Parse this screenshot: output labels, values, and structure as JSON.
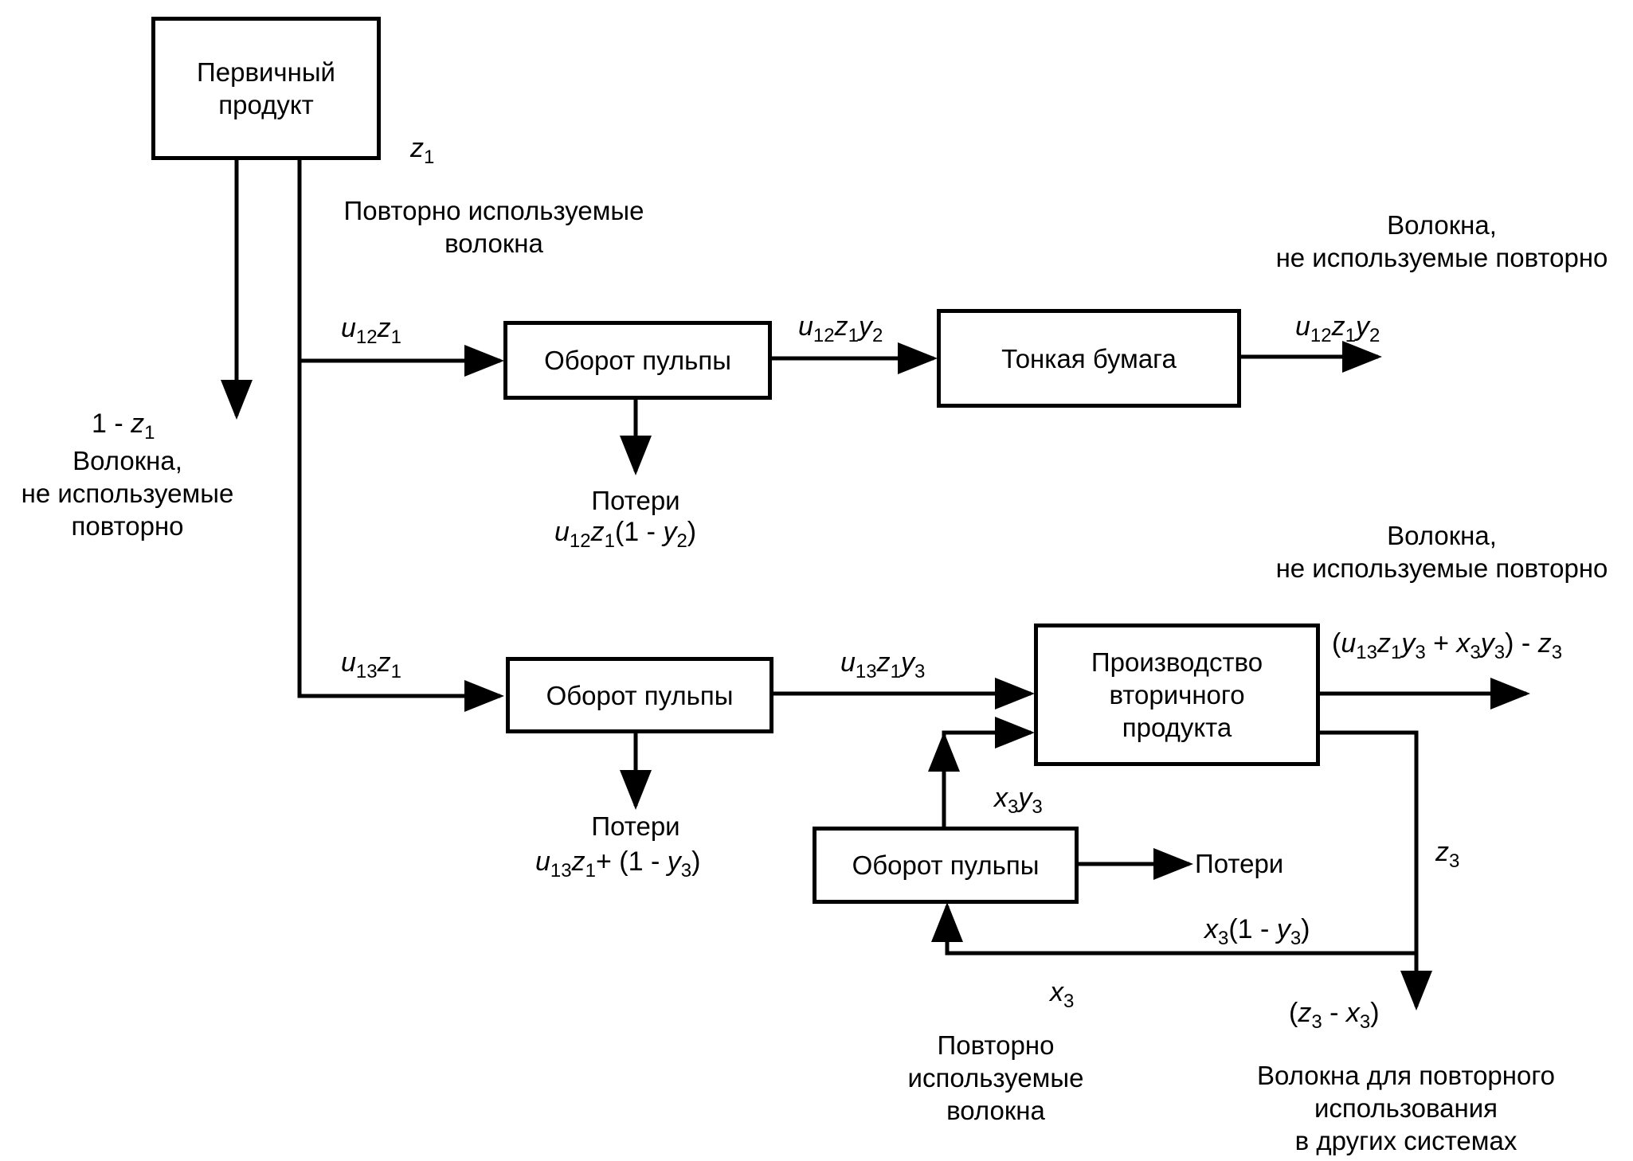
{
  "diagram": {
    "boxes": {
      "primary_product": [
        "Первичный",
        "продукт"
      ],
      "pulp_turnover_1": "Оборот пульпы",
      "tissue_paper": "Тонкая бумага",
      "pulp_turnover_2": "Оборот пульпы",
      "secondary_production": [
        "Производство",
        "вторичного",
        "продукта"
      ],
      "pulp_turnover_3": "Оборот пульпы"
    },
    "labels": {
      "recycled_fibers_top": [
        "Повторно используемые",
        "волокна"
      ],
      "non_reused_left": [
        "Волокна,",
        "не используемые",
        "повторно"
      ],
      "non_reused_top_right": [
        "Волокна,",
        "не используемые повторно"
      ],
      "non_reused_mid_right": [
        "Волокна,",
        "не используемые повторно"
      ],
      "losses_1": "Потери",
      "losses_2": "Потери",
      "losses_3": "Потери",
      "recycled_fibers_bottom": [
        "Повторно",
        "используемые",
        "волокна"
      ],
      "fibers_other_systems": [
        "Волокна для повторного",
        "использования",
        "в других системах"
      ]
    },
    "formulas": {
      "z1": {
        "v": "z",
        "s": "1"
      },
      "one_minus_z1": {
        "pre": "1 - ",
        "v": "z",
        "s": "1"
      },
      "u12z1": [
        {
          "v": "u",
          "s": "12"
        },
        {
          "v": "z",
          "s": "1"
        }
      ],
      "u12z1y2_mid": [
        {
          "v": "u",
          "s": "12"
        },
        {
          "v": "z",
          "s": "1"
        },
        {
          "v": "y",
          "s": "2"
        }
      ],
      "u12z1y2_out": [
        {
          "v": "u",
          "s": "12"
        },
        {
          "v": "z",
          "s": "1"
        },
        {
          "v": "y",
          "s": "2"
        }
      ],
      "loss1": [
        {
          "v": "u",
          "s": "12"
        },
        {
          "v": "z",
          "s": "1"
        },
        {
          "t": "(1 - "
        },
        {
          "v": "y",
          "s": "2"
        },
        {
          "t": ")"
        }
      ],
      "u13z1": [
        {
          "v": "u",
          "s": "13"
        },
        {
          "v": "z",
          "s": "1"
        }
      ],
      "u13z1y3": [
        {
          "v": "u",
          "s": "13"
        },
        {
          "v": "z",
          "s": "1"
        },
        {
          "v": "y",
          "s": "3"
        }
      ],
      "loss2": [
        {
          "v": "u",
          "s": "13"
        },
        {
          "v": "z",
          "s": "1"
        },
        {
          "t": "+ (1 - "
        },
        {
          "v": "y",
          "s": "3"
        },
        {
          "t": ")"
        }
      ],
      "secondary_out": [
        {
          "t": "("
        },
        {
          "v": "u",
          "s": "13"
        },
        {
          "v": "z",
          "s": "1"
        },
        {
          "v": "y",
          "s": "3"
        },
        {
          "t": "  +  "
        },
        {
          "v": "x",
          "s": "3"
        },
        {
          "v": "y",
          "s": "3"
        },
        {
          "t": ")  -  "
        },
        {
          "v": "z",
          "s": "3"
        }
      ],
      "x3y3": [
        {
          "v": "x",
          "s": "3"
        },
        {
          "v": "y",
          "s": "3"
        }
      ],
      "z3": [
        {
          "v": "z",
          "s": "3"
        }
      ],
      "x3_1_minus_y3": [
        {
          "v": "x",
          "s": "3"
        },
        {
          "t": "(1 - "
        },
        {
          "v": "y",
          "s": "3"
        },
        {
          "t": ")"
        }
      ],
      "x3": [
        {
          "v": "x",
          "s": "3"
        }
      ],
      "z3_minus_x3": [
        {
          "t": "("
        },
        {
          "v": "z",
          "s": "3"
        },
        {
          "t": " - "
        },
        {
          "v": "x",
          "s": "3"
        },
        {
          "t": ")"
        }
      ]
    }
  }
}
